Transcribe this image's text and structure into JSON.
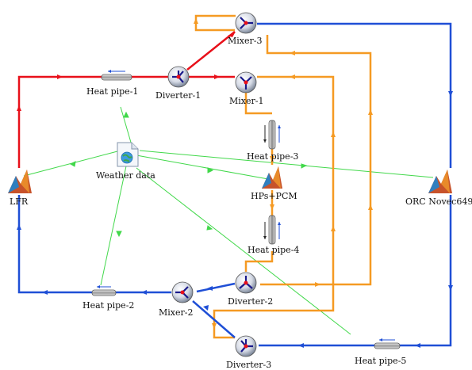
{
  "components": {
    "lfr": "LFR",
    "weather": "Weather data",
    "orc": "ORC Novec649",
    "hps_pcm": "HPs+PCM",
    "heat_pipe_1": "Heat pipe-1",
    "heat_pipe_2": "Heat pipe-2",
    "heat_pipe_3": "Heat pipe-3",
    "heat_pipe_4": "Heat pipe-4",
    "heat_pipe_5": "Heat pipe-5",
    "diverter_1": "Diverter-1",
    "diverter_2": "Diverter-2",
    "diverter_3": "Diverter-3",
    "mixer_1": "Mixer-1",
    "mixer_2": "Mixer-2",
    "mixer_3": "Mixer-3"
  },
  "colors": {
    "hot": "#e8101a",
    "warm": "#f59a23",
    "cold": "#1f4fd6",
    "signal": "#41d84a"
  },
  "icons": [
    "matlab-icon",
    "weather-file-icon",
    "heat-pipe-icon",
    "diverter-icon",
    "mixer-icon"
  ]
}
